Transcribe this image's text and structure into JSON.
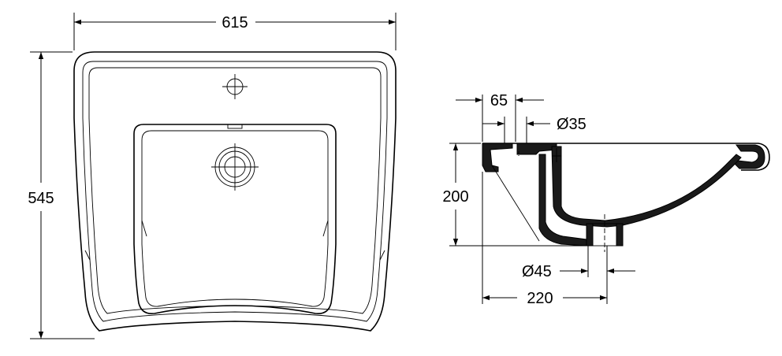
{
  "drawing": {
    "dimensions": {
      "top_width": "615",
      "left_height": "545",
      "side_65": "65",
      "side_d35": "Ø35",
      "side_height": "200",
      "side_d45": "Ø45",
      "side_220": "220"
    },
    "colors": {
      "line": "#000000",
      "section": "#1a1a1a",
      "background": "#ffffff"
    }
  }
}
